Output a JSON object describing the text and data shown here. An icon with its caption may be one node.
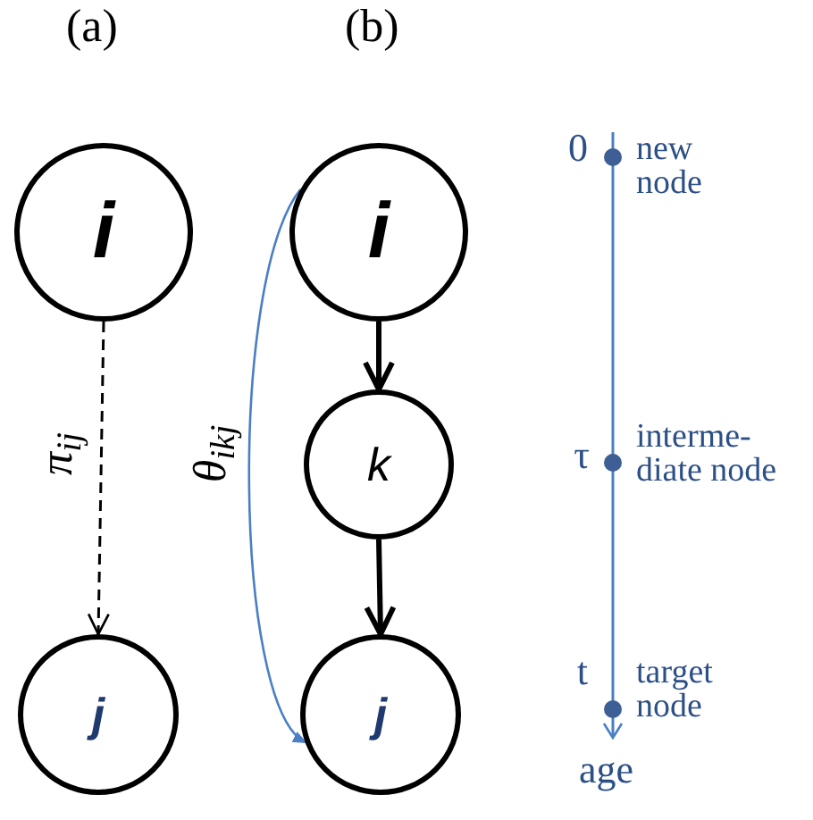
{
  "diagram": {
    "nodes": [
      {
        "text": [
          "i"
        ]
      },
      {
        "text": [
          "j"
        ]
      },
      {
        "text": [
          "i"
        ]
      },
      {
        "text": [
          "k"
        ]
      },
      {
        "text": [
          "j"
        ]
      }
    ],
    "edges": [
      {
        "from": 0,
        "to": 1,
        "arrow": "to",
        "style": "dashed",
        "label": "π$_{ij}$"
      },
      {
        "from": 2,
        "to": 3,
        "arrow": "to",
        "style": "thick"
      },
      {
        "from": 3,
        "to": 4,
        "arrow": "to",
        "style": "thick"
      },
      {
        "from": 2,
        "to": 4,
        "arrow": "to",
        "color": "#4a7fc4",
        "label": "θ$_{ikj}$"
      }
    ],
    "labels": [
      "(a)",
      "(b)",
      "0",
      "new node",
      "τ",
      "interme-diate node",
      "t",
      "target node",
      "age"
    ]
  }
}
